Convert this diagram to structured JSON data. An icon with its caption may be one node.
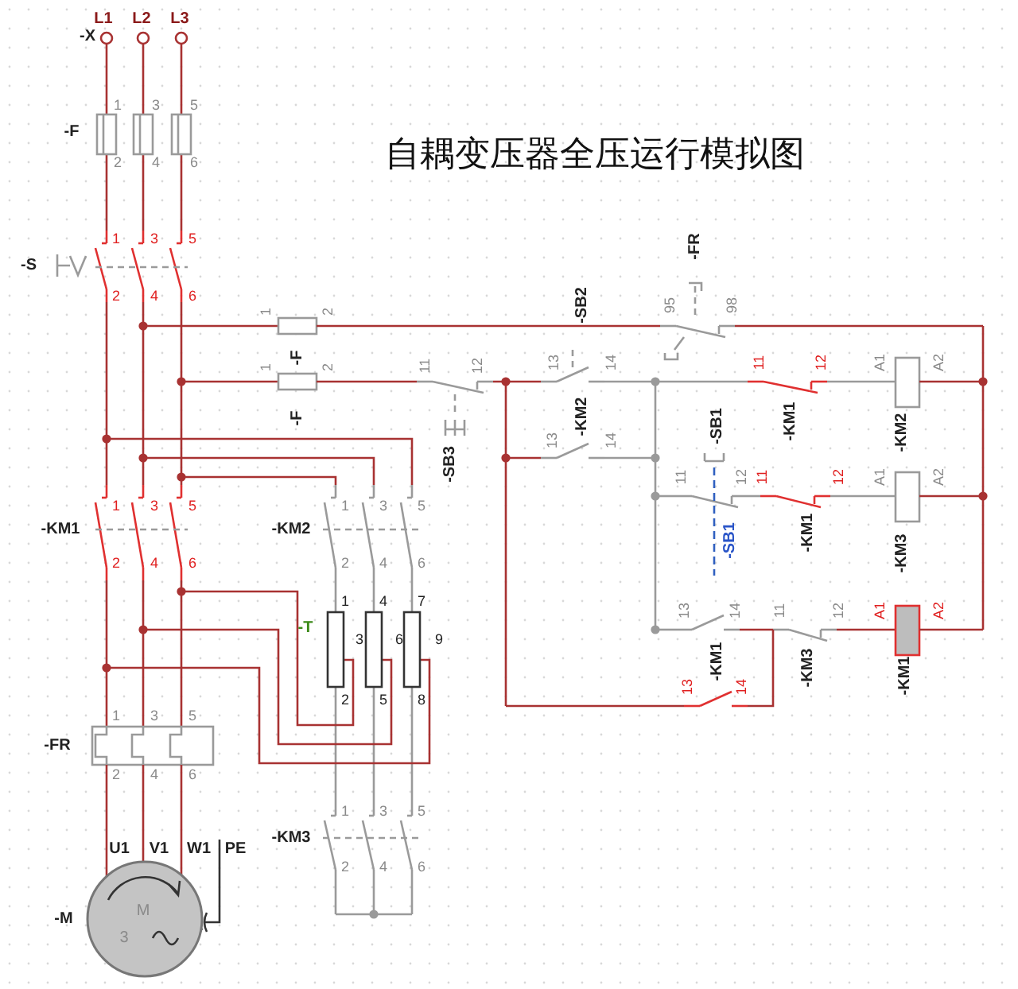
{
  "diagram": {
    "title": "自耦变压器全压运行模拟图",
    "labels": [
      "L1",
      "L2",
      "L3",
      "-X",
      "1",
      "3",
      "5",
      "-F",
      "2",
      "4",
      "6",
      "1",
      "3",
      "5",
      "-FR",
      "-S",
      "2",
      "4",
      "6",
      "-SB2",
      "95",
      "98",
      "1",
      "2",
      "-F",
      "11",
      "12",
      "13",
      "14",
      "11",
      "12",
      "A1",
      "A2",
      "1",
      "2",
      "-F",
      "-KM2",
      "-SB1",
      "-KM1",
      "-KM2",
      "13",
      "14",
      "-SB3",
      "11",
      "12",
      "11",
      "12",
      "A1",
      "A2",
      "1",
      "3",
      "5",
      "1",
      "3",
      "5",
      "-KM1",
      "-KM2",
      "-SB1",
      "-KM1",
      "-KM3",
      "2",
      "4",
      "6",
      "2",
      "4",
      "6",
      "1",
      "4",
      "7",
      "13",
      "14",
      "11",
      "12",
      "A1",
      "A2",
      "-T",
      "3",
      "6",
      "9",
      "-KM1",
      "-KM3",
      "-KM1",
      "13",
      "14",
      "2",
      "5",
      "8",
      "1",
      "3",
      "5",
      "-FR",
      "2",
      "4",
      "6",
      "1",
      "3",
      "5",
      "-KM3",
      "U1",
      "V1",
      "W1",
      "PE",
      "2",
      "4",
      "6",
      "M",
      "-M",
      "3"
    ]
  }
}
